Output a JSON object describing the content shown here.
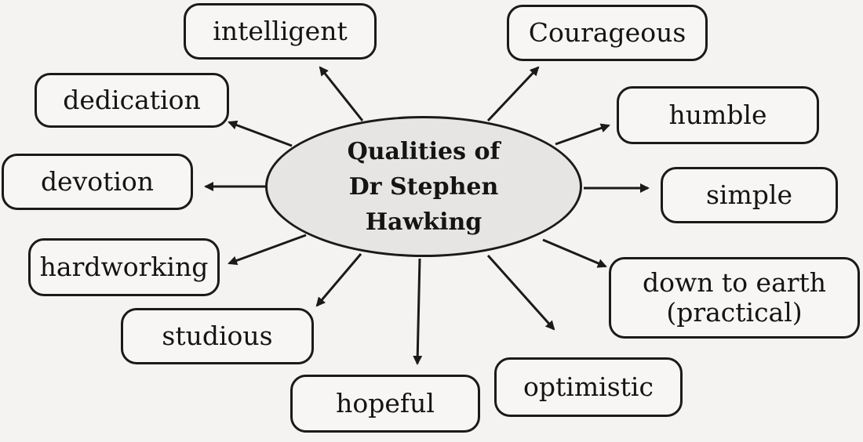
{
  "center": {
    "title": "Qualities of Dr Stephen Hawking"
  },
  "qualities": {
    "intelligent": "intelligent",
    "courageous": "Courageous",
    "dedication": "dedication",
    "humble": "humble",
    "devotion": "devotion",
    "simple": "simple",
    "hardworking": "hardworking",
    "down_to_earth": "down to earth (practical)",
    "studious": "studious",
    "optimistic": "optimistic",
    "hopeful": "hopeful"
  },
  "style": {
    "line_color": "#1a1a1a",
    "background": "#f4f3f1",
    "center_fill": "#e6e5e3"
  }
}
